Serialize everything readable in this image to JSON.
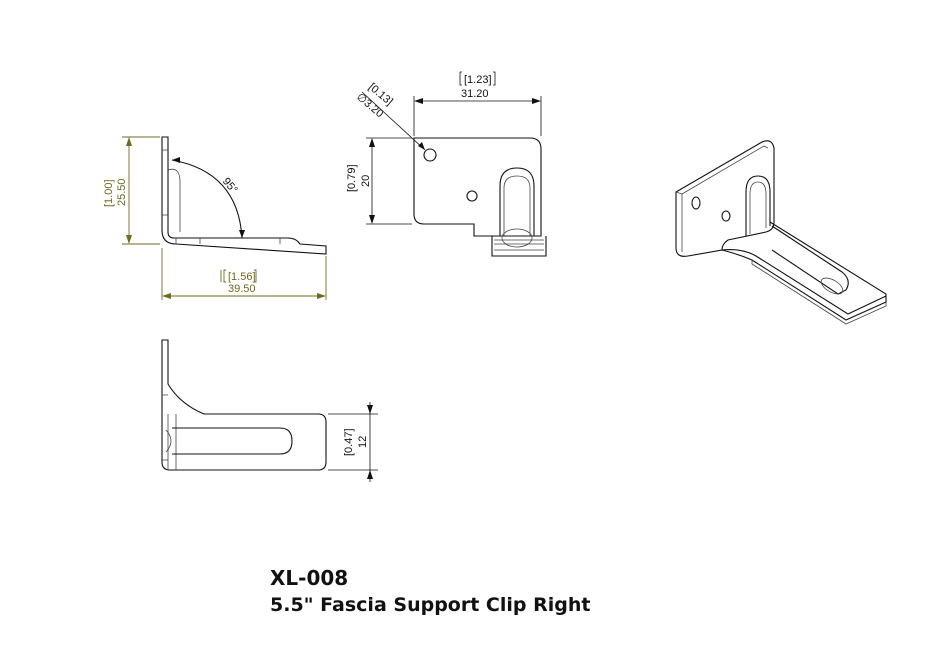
{
  "drawing": {
    "part_number": "XL-008",
    "description": "5.5\" Fascia Support Clip Right",
    "colors": {
      "line": "#111111",
      "dimension_olive": "#6f6a1e",
      "background": "#ffffff"
    },
    "side_view": {
      "angle_label": "95°",
      "height_in": "[1.00]",
      "height_mm": "25.50",
      "length_in": "[1.56]",
      "length_mm": "39.50"
    },
    "front_view": {
      "width_in": "[1.23]",
      "width_mm": "31.20",
      "height_in": "[0.79]",
      "height_mm": "20",
      "hole_in": "[0.13]",
      "hole_mm": "∅3.20"
    },
    "top_view": {
      "slot_in": "[0.47]",
      "slot_mm": "12"
    }
  }
}
